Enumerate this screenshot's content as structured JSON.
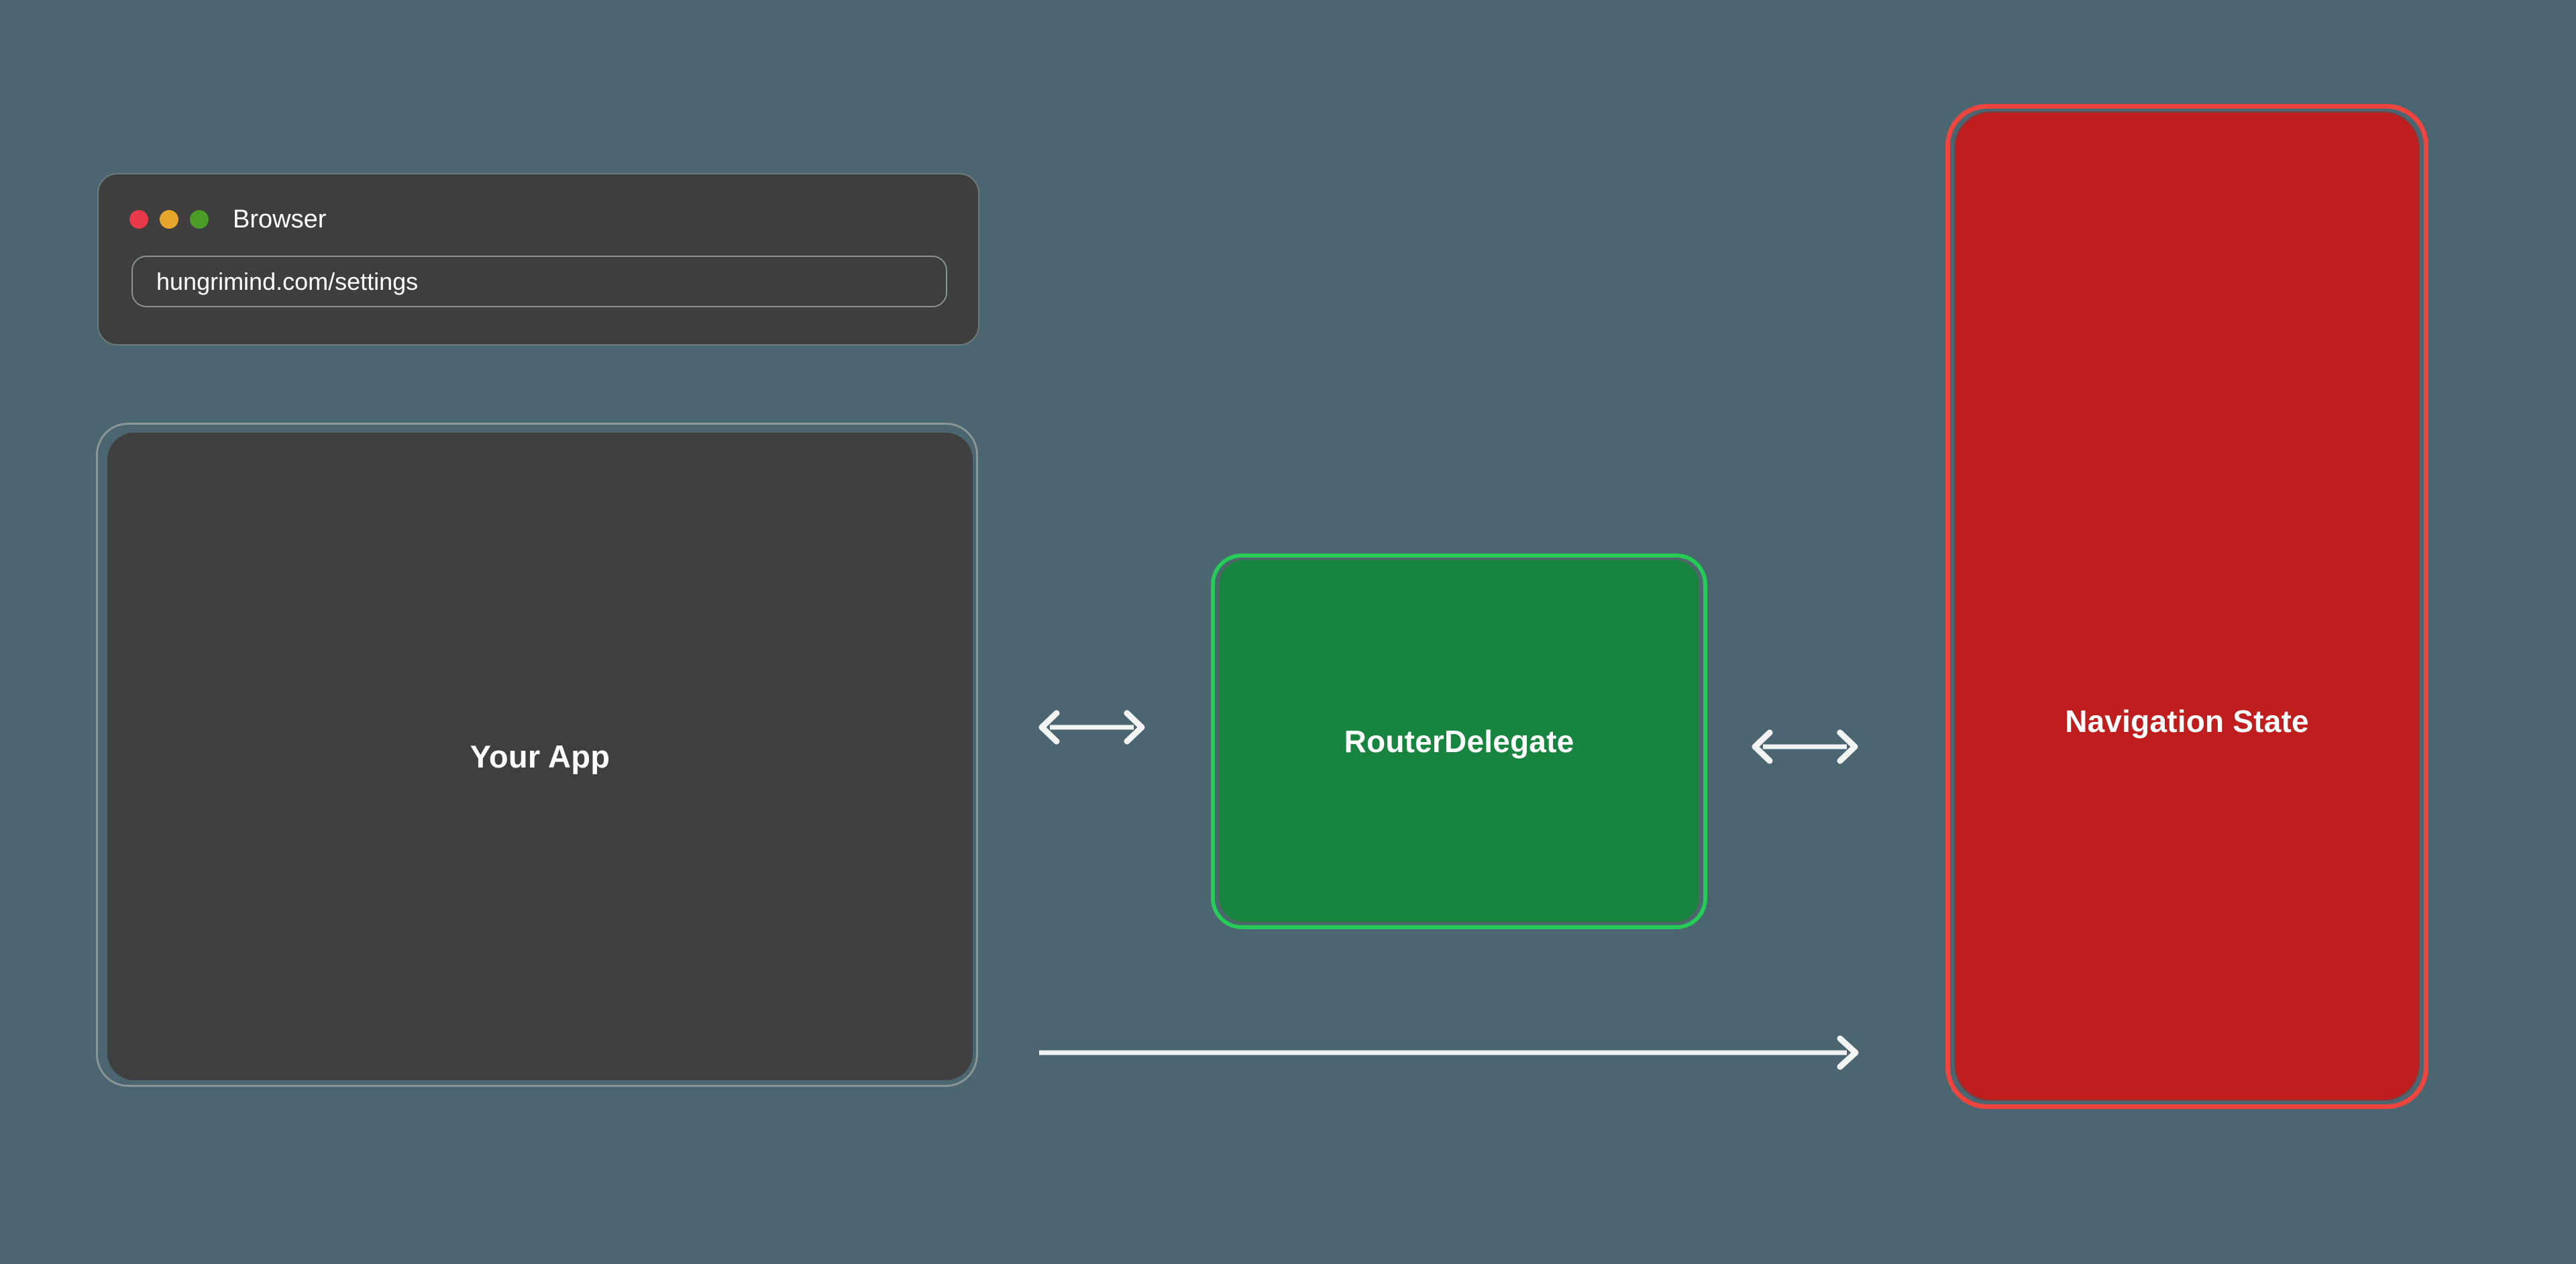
{
  "background_color": "#4b6670",
  "browser": {
    "title": "Browser",
    "traffic_lights": [
      {
        "name": "close-dot",
        "color": "#e8394a"
      },
      {
        "name": "minimize-dot",
        "color": "#e8a52c"
      },
      {
        "name": "maximize-dot",
        "color": "#4a9c28"
      }
    ],
    "url_value": "hungrimind.com/settings",
    "url_placeholder": "Enter address"
  },
  "app_panel": {
    "label": "Your App",
    "fill_color": "#403f3f",
    "border_color": "#8d9696"
  },
  "router": {
    "label": "RouterDelegate",
    "fill_color": "#17853f",
    "border_color": "#25cc55"
  },
  "navigation_state": {
    "label": "Navigation State",
    "fill_color": "#c01e1e",
    "border_color": "#f0453f"
  },
  "arrows": [
    {
      "name": "app-router-bidirectional-arrow",
      "direction": "both",
      "from": "Your App",
      "to": "RouterDelegate",
      "color": "#f2f4f4"
    },
    {
      "name": "router-navstate-bidirectional-arrow",
      "direction": "both",
      "from": "RouterDelegate",
      "to": "Navigation State",
      "color": "#f2f4f4"
    },
    {
      "name": "app-navstate-arrow",
      "direction": "right",
      "from": "Your App",
      "to": "Navigation State",
      "color": "#f2f4f4"
    }
  ]
}
